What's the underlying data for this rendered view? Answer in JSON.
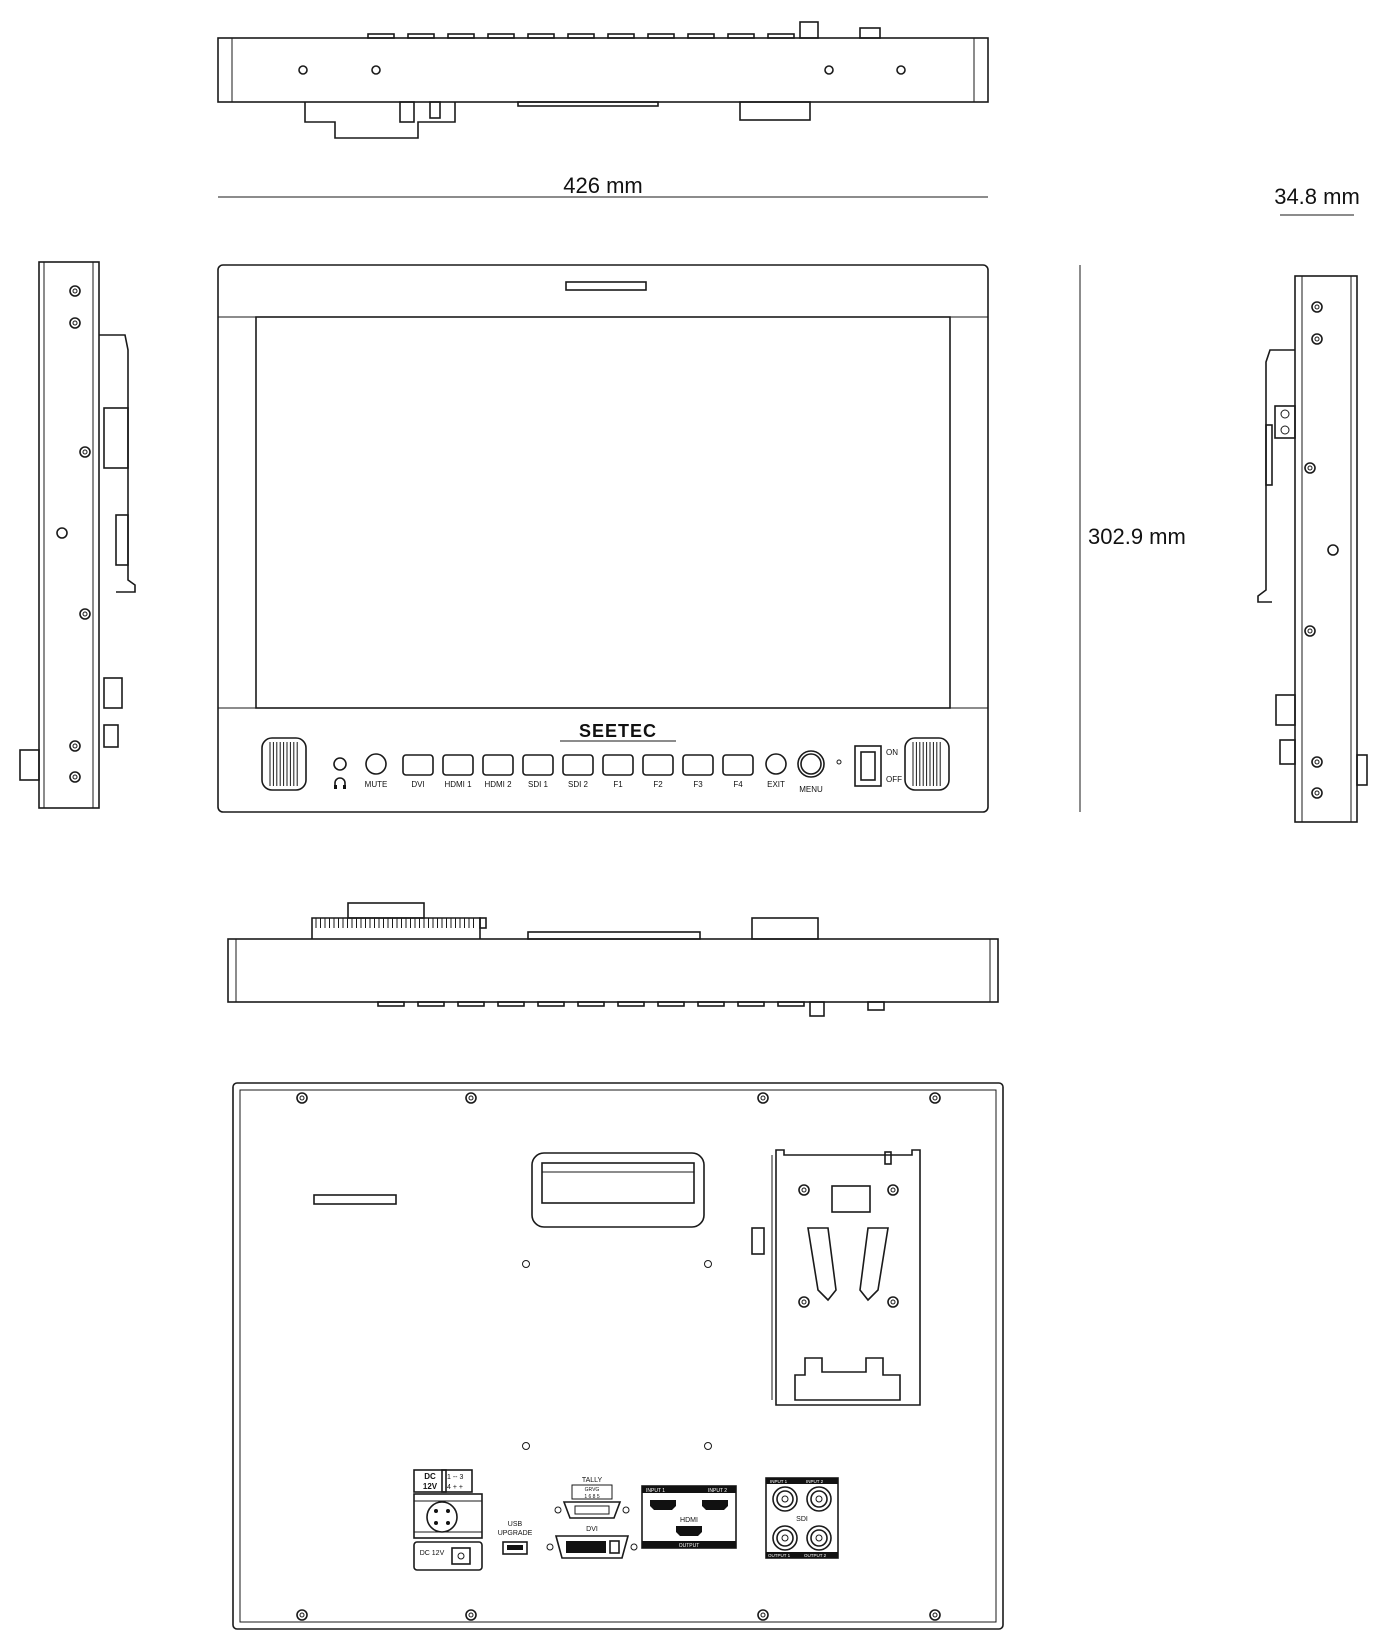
{
  "dimensions": {
    "width": "426 mm",
    "height": "302.9 mm",
    "depth": "34.8 mm"
  },
  "front_panel": {
    "brand": "SEETEC",
    "buttons": [
      "MUTE",
      "DVI",
      "HDMI 1",
      "HDMI 2",
      "SDI 1",
      "SDI 2",
      "F1",
      "F2",
      "F3",
      "F4",
      "EXIT"
    ],
    "menu_label": "MENU",
    "power_on": "ON",
    "power_off": "OFF"
  },
  "rear_panel": {
    "dc_label": "DC 12V",
    "dc_label_top": "DC",
    "dc_label_bottom": "12V",
    "pin_line1": "1 -- 3",
    "pin_line2": "4 + +",
    "dc_jack_label": "DC 12V",
    "usb_line1": "USB",
    "usb_line2": "UPGRADE",
    "tally_label": "TALLY",
    "tally_pins": "GRVG",
    "tally_pins2": "1 6 8 5",
    "dvi_label": "DVI",
    "hdmi_input1": "INPUT 1",
    "hdmi_input2": "INPUT 2",
    "hdmi_label": "HDMI",
    "hdmi_output": "OUTPUT",
    "sdi_input1": "INPUT 1",
    "sdi_input2": "INPUT 2",
    "sdi_label": "SDI",
    "sdi_output1": "OUTPUT 1",
    "sdi_output2": "OUTPUT 2"
  },
  "icons": {
    "headphone": "headphone-icon"
  }
}
